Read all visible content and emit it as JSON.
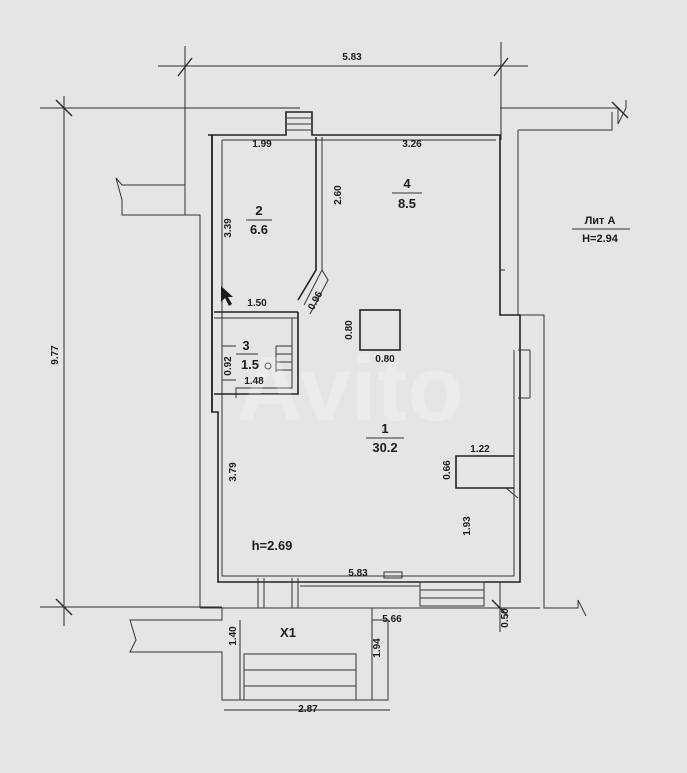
{
  "sheet": {
    "lit": "Лит А",
    "height_total": "H=2.94",
    "height_floor": "h=2.69",
    "watermark": "Avito"
  },
  "dimensions": {
    "overall_width": "5.83",
    "overall_length": "9.77",
    "top_left_wall": "1.99",
    "top_right_wall": "3.26",
    "room2_height": "3.39",
    "corridor_wall": "2.60",
    "room2_bottom": "1.50",
    "diagonal": "0.96",
    "pillar_h": "0.80",
    "pillar_w": "0.80",
    "room3_h": "0.92",
    "room3_w": "1.48",
    "main_left": "3.79",
    "niche_w": "1.22",
    "niche_h": "0.66",
    "right_lower": "1.93",
    "bottom_inner": "5.83",
    "bottom_outer": "5.66",
    "step_depth": "0.50",
    "porch_left": "1.40",
    "porch_right": "1.94",
    "porch_width": "2.87"
  },
  "rooms": [
    {
      "number": "1",
      "area": "30.2"
    },
    {
      "number": "2",
      "area": "6.6"
    },
    {
      "number": "3",
      "area": "1.5"
    },
    {
      "number": "4",
      "area": "8.5"
    }
  ],
  "section_mark": "X1"
}
